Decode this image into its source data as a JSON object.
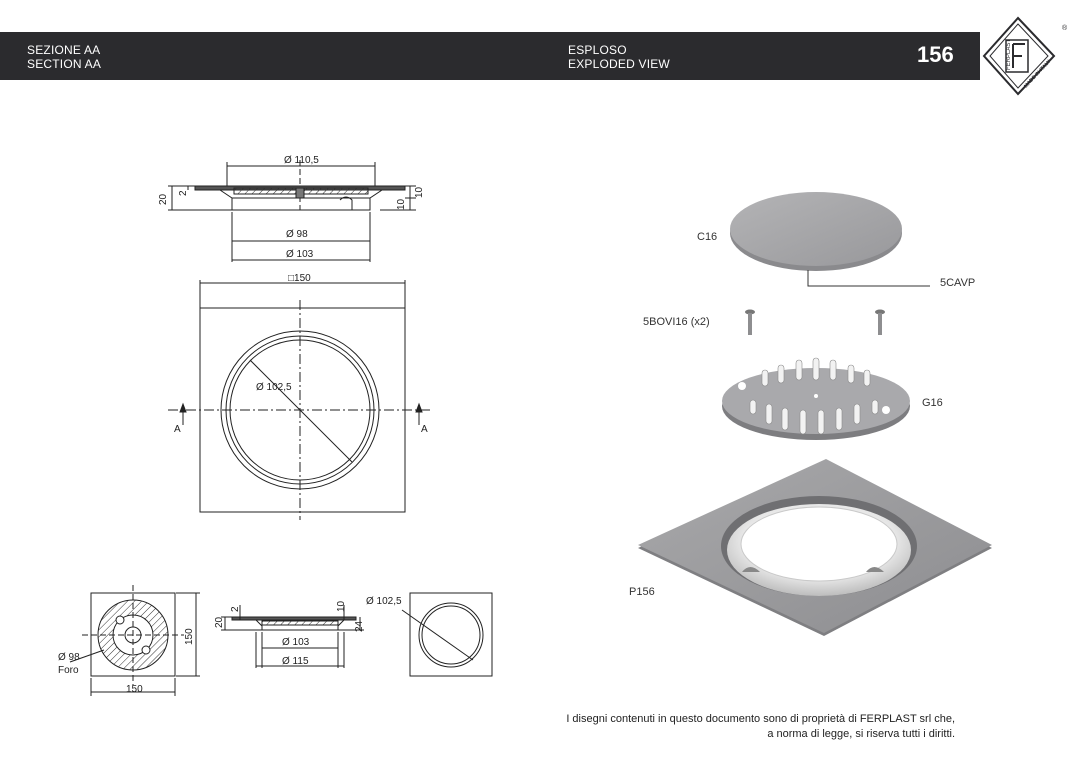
{
  "header": {
    "section_it": "SEZIONE AA",
    "section_en": "SECTION AA",
    "exploded_it": "ESPLOSO",
    "exploded_en": "EXPLODED VIEW",
    "product_number": "156",
    "colors": {
      "bar": "#2b2b2e",
      "text": "#ffffff"
    }
  },
  "logo": {
    "brand": "FERPLAST",
    "tagline": "MADE IN ITALY",
    "registered": "®"
  },
  "drawing": {
    "top_section": {
      "outer_diameter": "Ø 110,5",
      "inner_diameter": "Ø 98",
      "base_diameter": "Ø 103",
      "height_total": "20",
      "height_flange": "2",
      "height_right_top": "10",
      "height_right_bottom": "10"
    },
    "plan_view": {
      "side": "□150",
      "diameter": "Ø 102,5",
      "section_mark_left": "A",
      "section_mark_right": "A"
    },
    "small_views": {
      "plan_hole_diameter": "Ø 98",
      "plan_hole_label": "Foro",
      "plan_width": "150",
      "plan_height": "150",
      "section_h20": "20",
      "section_h2": "2",
      "section_h10": "10",
      "section_h24": "24",
      "section_d103": "Ø 103",
      "section_d115": "Ø 115",
      "ring_diameter": "Ø 102,5"
    }
  },
  "exploded": {
    "cover_code": "C16",
    "cover_finish": "5CAVP",
    "screws": "5BOVI16 (x2)",
    "grate_code": "G16",
    "plate_code": "P156"
  },
  "footer": {
    "line1": "I disegni contenuti in questo documento sono di proprietà di FERPLAST srl che,",
    "line2": "a norma di legge, si riserva tutti i diritti."
  }
}
